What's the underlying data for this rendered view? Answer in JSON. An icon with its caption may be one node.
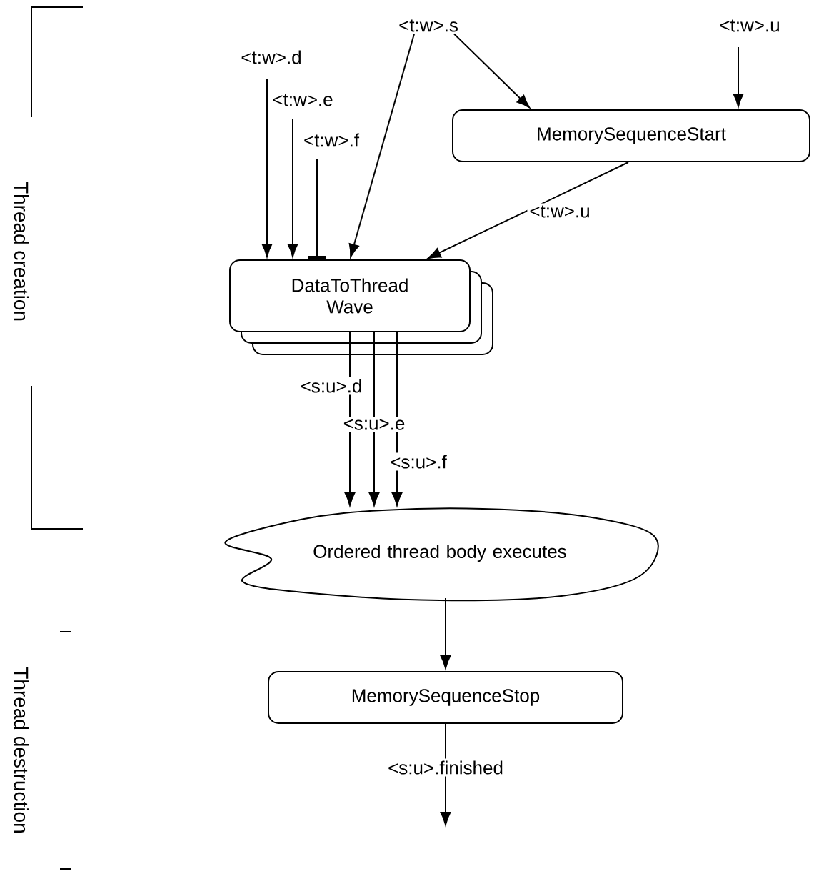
{
  "diagram": {
    "nodes": [
      {
        "text": [
          "<t:w>.s"
        ]
      },
      {
        "text": [
          "MemorySequenceStart"
        ]
      },
      {
        "text": [
          "DataToThread Wave"
        ]
      },
      {
        "text": [
          "Ordered thread body executes"
        ]
      },
      {
        "text": [
          "MemorySequenceStop"
        ]
      }
    ],
    "edges": [
      {
        "from": null,
        "to": 1,
        "arrow": "to",
        "label": "<t:w>.u"
      },
      {
        "from": null,
        "to": 2,
        "arrow": "to",
        "label": "<t:w>.d"
      },
      {
        "from": null,
        "to": 2,
        "arrow": "to",
        "label": "<t:w>.e"
      },
      {
        "from": null,
        "to": 2,
        "arrow": "other",
        "label": "<t:w>.f"
      },
      {
        "from": 0,
        "to": 2,
        "arrow": "to"
      },
      {
        "from": 0,
        "to": 1,
        "arrow": "to"
      },
      {
        "from": 1,
        "to": 2,
        "arrow": "to",
        "label": "<t:w>.u"
      },
      {
        "from": 2,
        "to": 3,
        "arrow": "to",
        "label": "<s:u>.d"
      },
      {
        "from": 2,
        "to": 3,
        "arrow": "to",
        "label": "<s:u>.e"
      },
      {
        "from": 2,
        "to": 3,
        "arrow": "to",
        "label": "<s:u>.f"
      },
      {
        "from": 3,
        "to": 4,
        "arrow": "to"
      },
      {
        "from": 4,
        "to": null,
        "arrow": "to",
        "label": "<s:u>.finished"
      }
    ],
    "labels": [
      "Thread creation",
      "Thread destruction"
    ]
  }
}
